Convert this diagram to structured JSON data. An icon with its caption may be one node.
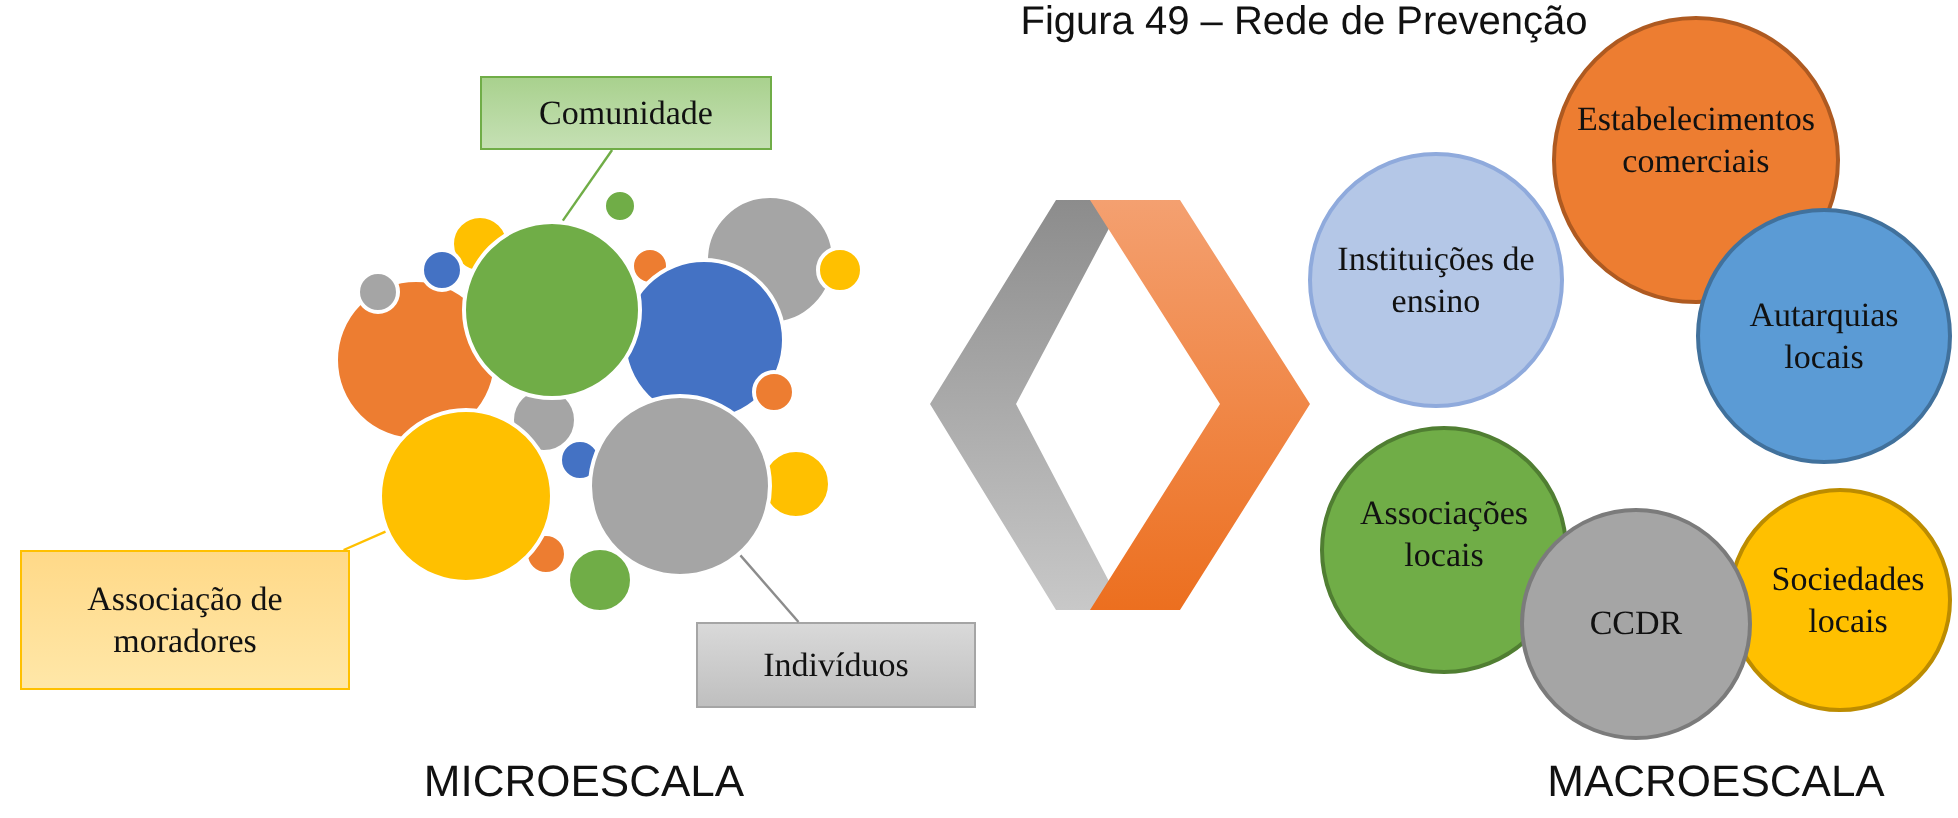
{
  "diagram": {
    "title": "Figura 49 – Rede de Prevenção",
    "nodes": [
      {
        "text": [
          "Comunidade"
        ]
      },
      {
        "text": [],
        "shape": "circle"
      },
      {
        "text": [
          "Associação de moradores"
        ]
      },
      {
        "text": [],
        "shape": "circle"
      },
      {
        "text": [
          "Indivíduos"
        ]
      },
      {
        "text": [],
        "shape": "circle"
      },
      {
        "text": [
          "Estabelecimentos comerciais"
        ]
      },
      {
        "text": [
          "Instituições de ensino"
        ]
      },
      {
        "text": [
          "Autarquias locais"
        ]
      },
      {
        "text": [
          "Associações locais"
        ]
      },
      {
        "text": [
          "Sociedades locais"
        ]
      },
      {
        "text": [
          "CCDR"
        ]
      }
    ],
    "edges": [
      {
        "from": 0,
        "to": 1,
        "arrow": "none",
        "color": "#70ad47"
      },
      {
        "from": 2,
        "to": 3,
        "arrow": "none",
        "color": "#ffc000"
      },
      {
        "from": 4,
        "to": 5,
        "arrow": "none",
        "color": "#8c8c8c"
      }
    ],
    "labels": [
      "MICROESCALA",
      "MACROESCALA"
    ]
  }
}
